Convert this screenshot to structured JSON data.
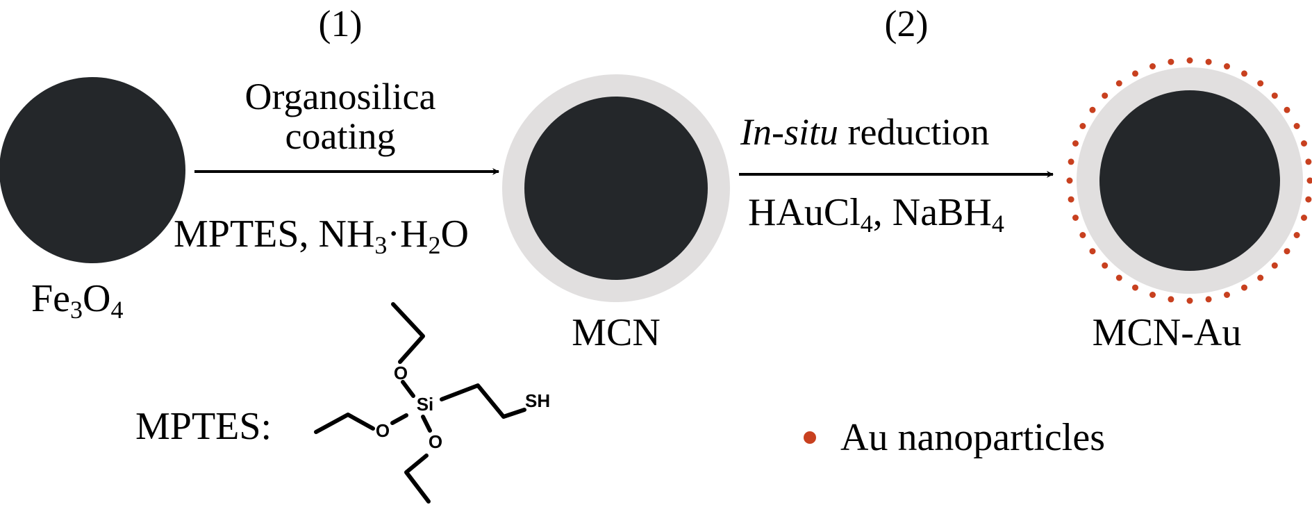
{
  "steps": {
    "step1": {
      "number": "(1)",
      "line1": "Organosilica",
      "line2": "coating",
      "reagents": {
        "part1": "MPTES, NH",
        "sub1": "3",
        "part2": "·H",
        "sub2": "2",
        "part3": "O"
      }
    },
    "step2": {
      "number": "(2)",
      "italic": "In-situ",
      "rest": " reduction",
      "reagents": {
        "part1": "HAuCl",
        "sub1": "4",
        "part2": ", NaBH",
        "sub2": "4"
      }
    }
  },
  "particles": {
    "fe3o4": {
      "base1": "Fe",
      "sub1": "3",
      "base2": "O",
      "sub2": "4"
    },
    "mcn": {
      "label": "MCN"
    },
    "mcn_au": {
      "label": "MCN-Au"
    }
  },
  "mptes": {
    "label": "MPTES:",
    "atoms": {
      "si": "Si",
      "o": "O",
      "sh": "SH"
    }
  },
  "legend": {
    "label": "Au nanoparticles"
  },
  "colors": {
    "core": "#24272a",
    "shell": "#e1dfdf",
    "gold": "#c8401f",
    "line": "#000000"
  }
}
